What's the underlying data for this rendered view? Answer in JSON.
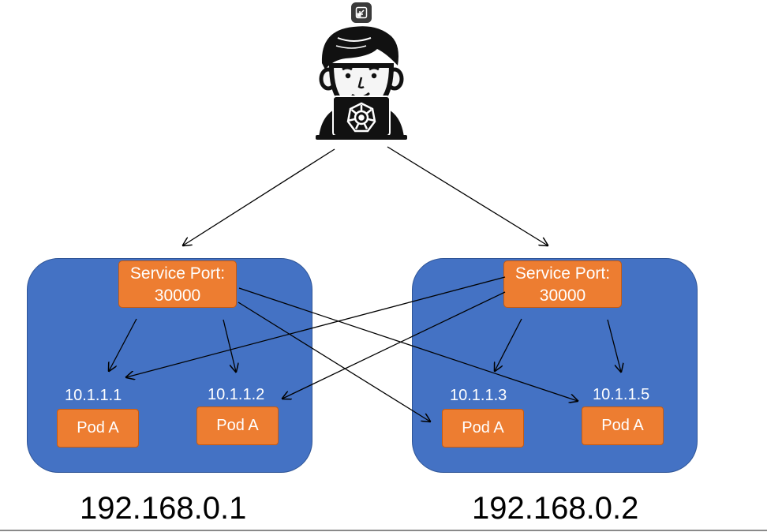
{
  "nodes": [
    {
      "ip": "192.168.0.1",
      "service": {
        "line1": "Service Port:",
        "line2": "30000"
      },
      "pods": [
        {
          "ip": "10.1.1.1",
          "label": "Pod A"
        },
        {
          "ip": "10.1.1.2",
          "label": "Pod A"
        }
      ]
    },
    {
      "ip": "192.168.0.2",
      "service": {
        "line1": "Service Port:",
        "line2": "30000"
      },
      "pods": [
        {
          "ip": "10.1.1.3",
          "label": "Pod A"
        },
        {
          "ip": "10.1.1.5",
          "label": "Pod A"
        }
      ]
    }
  ],
  "colors": {
    "node": "#4472c4",
    "service": "#ed7d31",
    "pod": "#ed7d31"
  },
  "icons": {
    "user": "developer-with-kubernetes-laptop-icon",
    "popout": "popout-icon"
  }
}
